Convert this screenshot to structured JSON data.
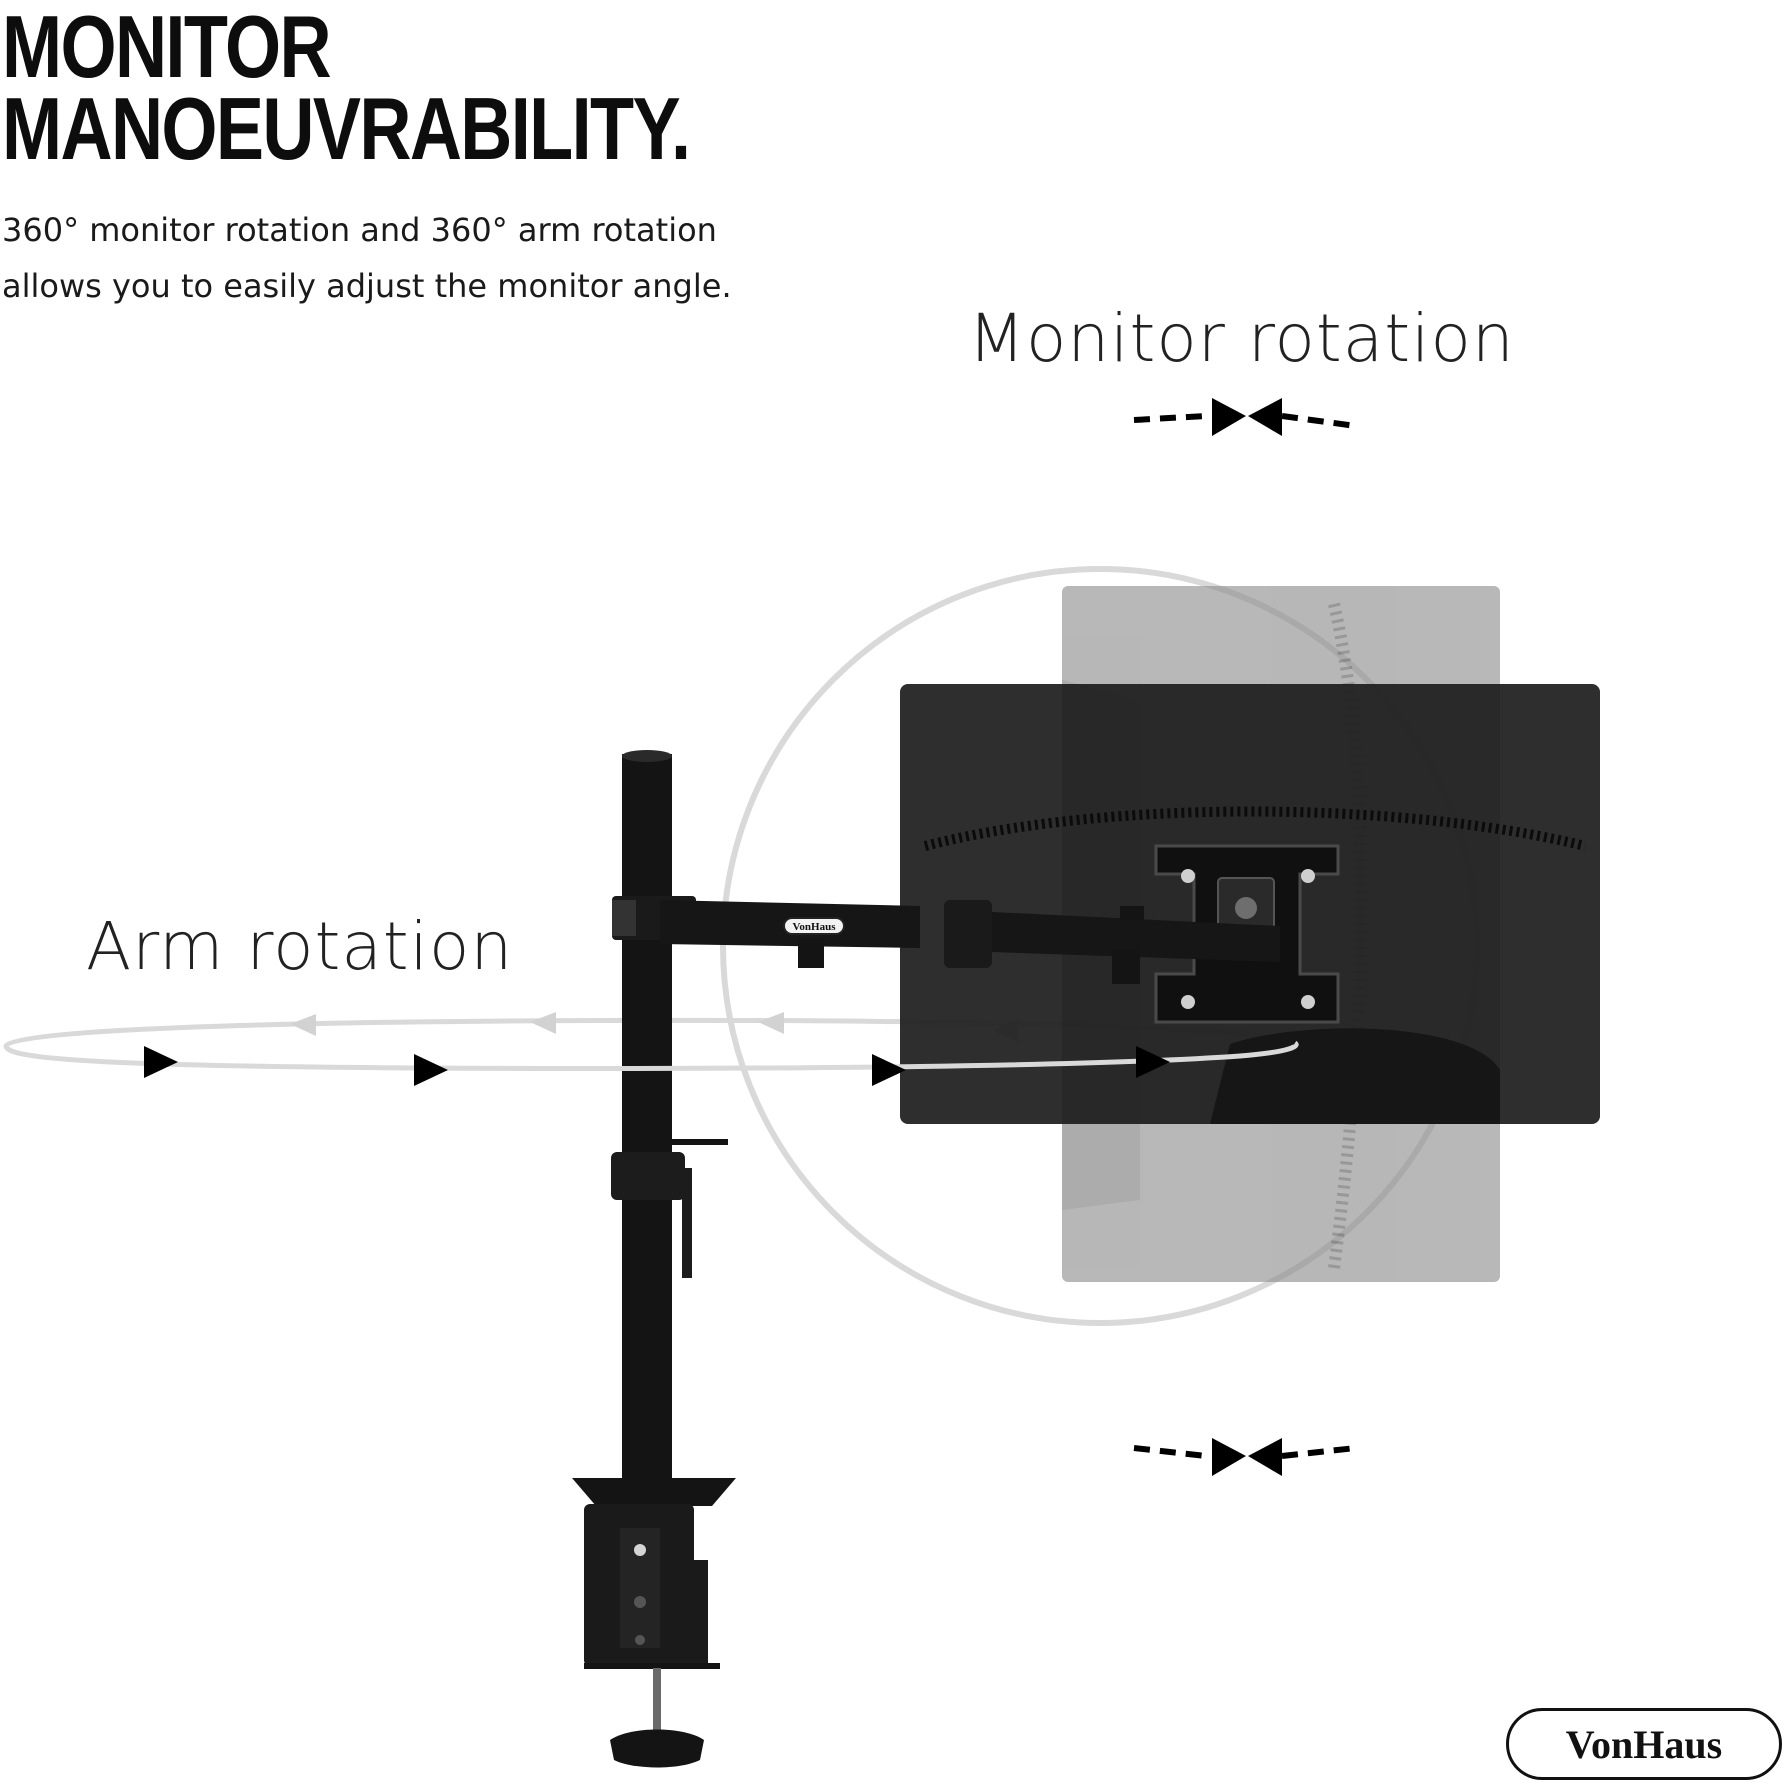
{
  "headline": {
    "line1": "MONITOR",
    "line2": "MANOEUVRABILITY."
  },
  "subtitle": {
    "line1": "360° monitor rotation and 360° arm rotation",
    "line2": "allows you to easily adjust the monitor angle."
  },
  "labels": {
    "monitor_rotation": "Monitor rotation",
    "arm_rotation": "Arm rotation"
  },
  "arm_branding": "VonHaus",
  "brand_logo": "VonHaus",
  "colors": {
    "text": "#111111",
    "guide_circle": "#d9d9d9",
    "arrow_dark": "#000000",
    "arrow_light": "#cfcfcf",
    "monitor_dark": "#1e1e1e",
    "monitor_ghost": "#9a9a9a"
  }
}
